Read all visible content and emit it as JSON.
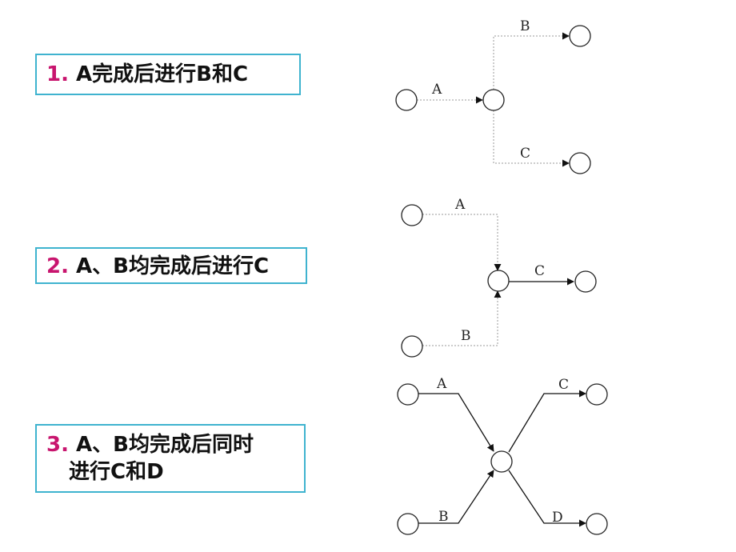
{
  "colors": {
    "accent_border": "#3fb3cf",
    "number": "#c8156e",
    "text": "#111111",
    "node_stroke": "#222222"
  },
  "cases": [
    {
      "number": "1.",
      "text": "A完成后进行B和C"
    },
    {
      "number": "2.",
      "text": "A、B均完成后进行C"
    },
    {
      "number": "3.",
      "line1": "A、B均完成后同时",
      "line2": "进行C和D"
    }
  ],
  "diagrams": {
    "d1": {
      "a": "A",
      "b": "B",
      "c": "C"
    },
    "d2": {
      "a": "A",
      "b": "B",
      "c": "C"
    },
    "d3": {
      "a": "A",
      "b": "B",
      "c": "C",
      "d": "D"
    }
  }
}
